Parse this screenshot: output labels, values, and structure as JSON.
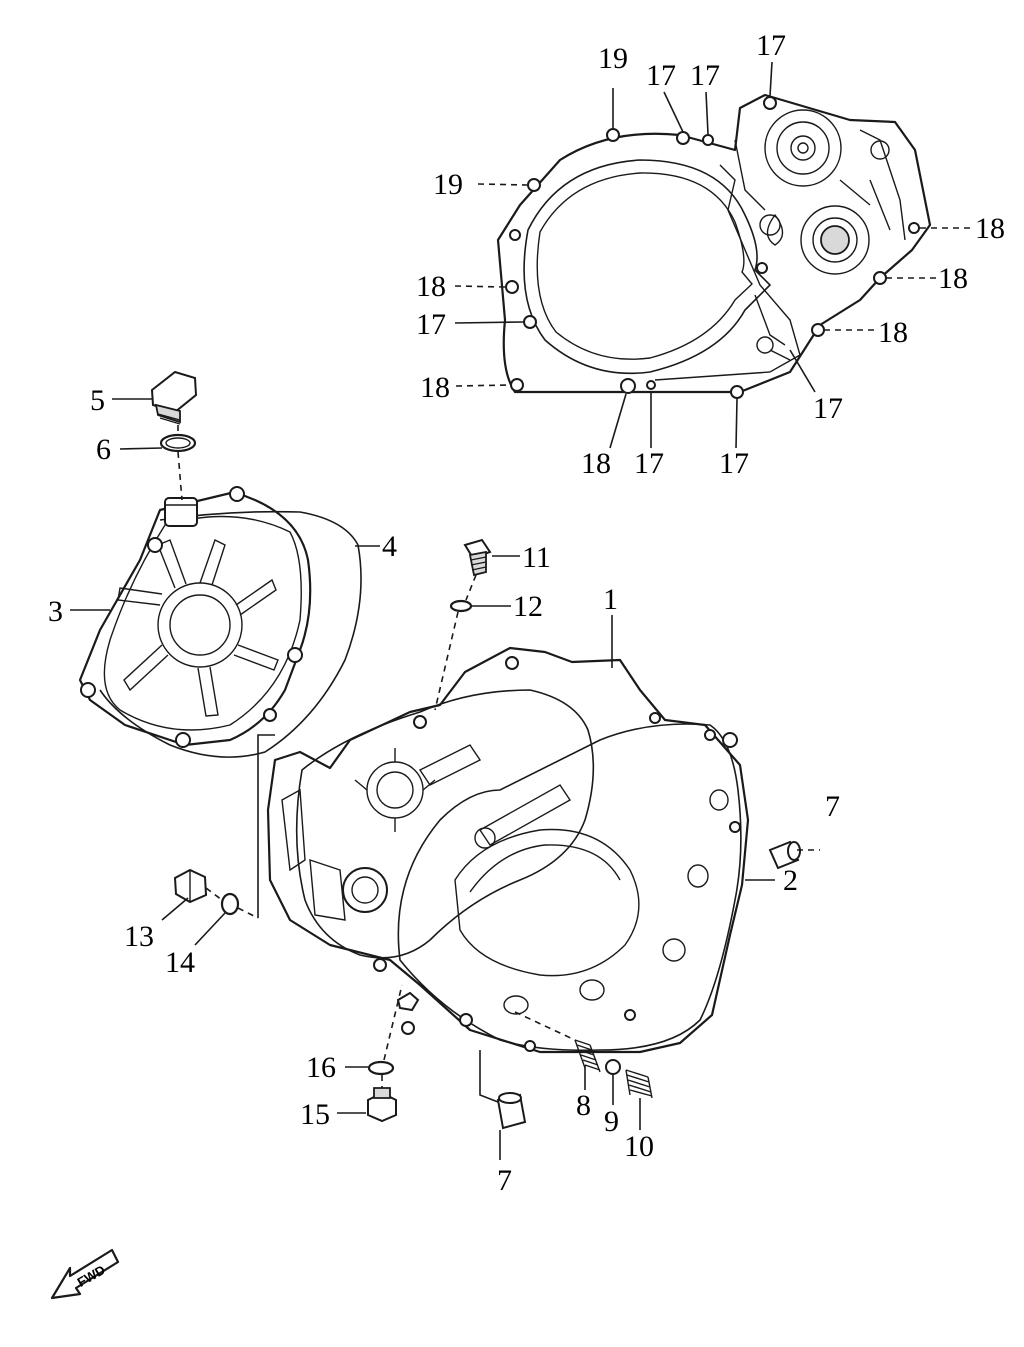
{
  "diagram": {
    "fwd_label": "FWD",
    "callouts": [
      {
        "id": "c19a",
        "text": "19"
      },
      {
        "id": "c17a",
        "text": "17"
      },
      {
        "id": "c17b",
        "text": "17"
      },
      {
        "id": "c17c",
        "text": "17"
      },
      {
        "id": "c19b",
        "text": "19"
      },
      {
        "id": "c18a",
        "text": "18"
      },
      {
        "id": "c18b",
        "text": "18"
      },
      {
        "id": "c17d",
        "text": "17"
      },
      {
        "id": "c18c",
        "text": "18"
      },
      {
        "id": "c18d",
        "text": "18"
      },
      {
        "id": "c18e",
        "text": "18"
      },
      {
        "id": "c18f",
        "text": "18"
      },
      {
        "id": "c17e",
        "text": "17"
      },
      {
        "id": "c17f",
        "text": "17"
      },
      {
        "id": "c17g",
        "text": "17"
      },
      {
        "id": "c5",
        "text": "5"
      },
      {
        "id": "c6",
        "text": "6"
      },
      {
        "id": "c4",
        "text": "4"
      },
      {
        "id": "c3",
        "text": "3"
      },
      {
        "id": "c11",
        "text": "11"
      },
      {
        "id": "c12",
        "text": "12"
      },
      {
        "id": "c1",
        "text": "1"
      },
      {
        "id": "c7a",
        "text": "7"
      },
      {
        "id": "c2",
        "text": "2"
      },
      {
        "id": "c13",
        "text": "13"
      },
      {
        "id": "c14",
        "text": "14"
      },
      {
        "id": "c16",
        "text": "16"
      },
      {
        "id": "c15",
        "text": "15"
      },
      {
        "id": "c8",
        "text": "8"
      },
      {
        "id": "c9",
        "text": "9"
      },
      {
        "id": "c10",
        "text": "10"
      },
      {
        "id": "c7b",
        "text": "7"
      }
    ]
  }
}
